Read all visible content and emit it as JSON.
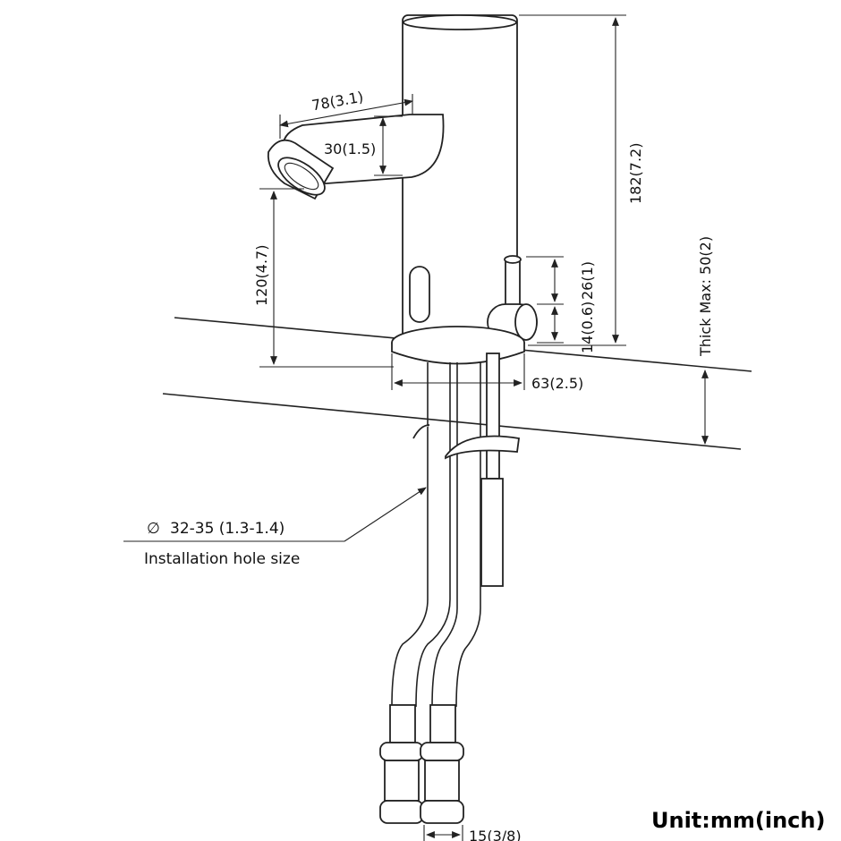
{
  "dimensions": {
    "spout_length": "78(3.1)",
    "spout_height": "30(1.5)",
    "spout_clearance": "120(4.7)",
    "total_height": "182(7.2)",
    "lever_height": "26(1)",
    "lever_base": "14(0.6)",
    "base_diameter": "63(2.5)",
    "thick_max": "Thick Max: 50(2)",
    "hose_spacing": "15(3/8)"
  },
  "notes": {
    "hole_diameter": "32-35 (1.3-1.4)",
    "hole_label": "Installation hole size",
    "diameter_symbol": "∅"
  },
  "unit_label": "Unit:mm(inch)"
}
